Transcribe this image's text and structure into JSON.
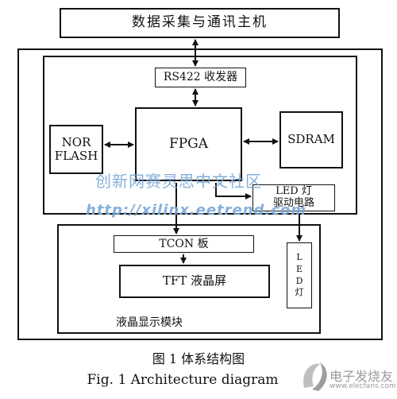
{
  "diagram": {
    "host_label": "数据采集与通讯主机",
    "rs422_label": "RS422 收发器",
    "fpga_label": "FPGA",
    "norflash_label": "NOR\nFLASH",
    "sdram_label": "SDRAM",
    "led_driver_label": "LED 灯\n驱动电路",
    "tcon_label": "TCON 板",
    "tft_label": "TFT 液晶屏",
    "led_lamp_label": "L\nE\nD\n灯",
    "lcd_module_label": "液晶显示模块"
  },
  "caption": {
    "cn": "图 1    体系结构图",
    "en": "Fig. 1    Architecture diagram"
  },
  "watermark": {
    "line1": "创新网赛灵思中文社区",
    "line2": "http://xilinx.eetrend.com",
    "logo_text": "电子发烧友",
    "logo_url": "www.elecfans.com"
  }
}
